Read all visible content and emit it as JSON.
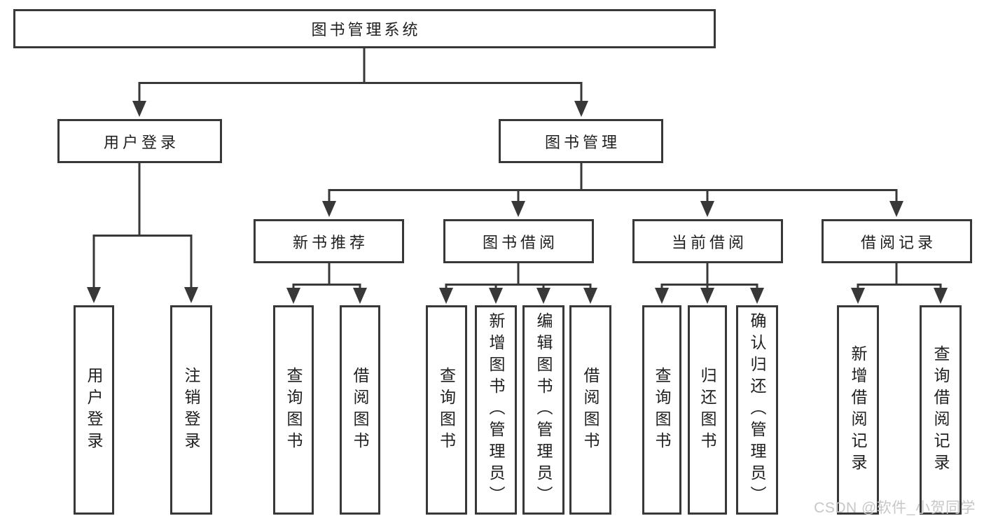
{
  "diagram_title": "图书管理系统",
  "tree": {
    "label": "图书管理系统",
    "children": [
      {
        "label": "用户登录",
        "children": [
          {
            "label": "用户登录"
          },
          {
            "label": "注销登录"
          }
        ]
      },
      {
        "label": "图书管理",
        "children": [
          {
            "label": "新书推荐",
            "children": [
              {
                "label": "查询图书"
              },
              {
                "label": "借阅图书"
              }
            ]
          },
          {
            "label": "图书借阅",
            "children": [
              {
                "label": "查询图书"
              },
              {
                "label": "新增图书（管理员）"
              },
              {
                "label": "编辑图书（管理员）"
              },
              {
                "label": "借阅图书"
              }
            ]
          },
          {
            "label": "当前借阅",
            "children": [
              {
                "label": "查询图书"
              },
              {
                "label": "归还图书"
              },
              {
                "label": "确认归还（管理员）"
              }
            ]
          },
          {
            "label": "借阅记录",
            "children": [
              {
                "label": "新增借阅记录"
              },
              {
                "label": "查询借阅记录"
              }
            ]
          }
        ]
      }
    ]
  },
  "watermark": {
    "text": "CSDN @软件_小贺同学"
  },
  "colors": {
    "line": "#383838",
    "box_border": "#383838",
    "text": "#1f1f1f",
    "watermark": "#c7c7c7",
    "background": "#ffffff"
  }
}
